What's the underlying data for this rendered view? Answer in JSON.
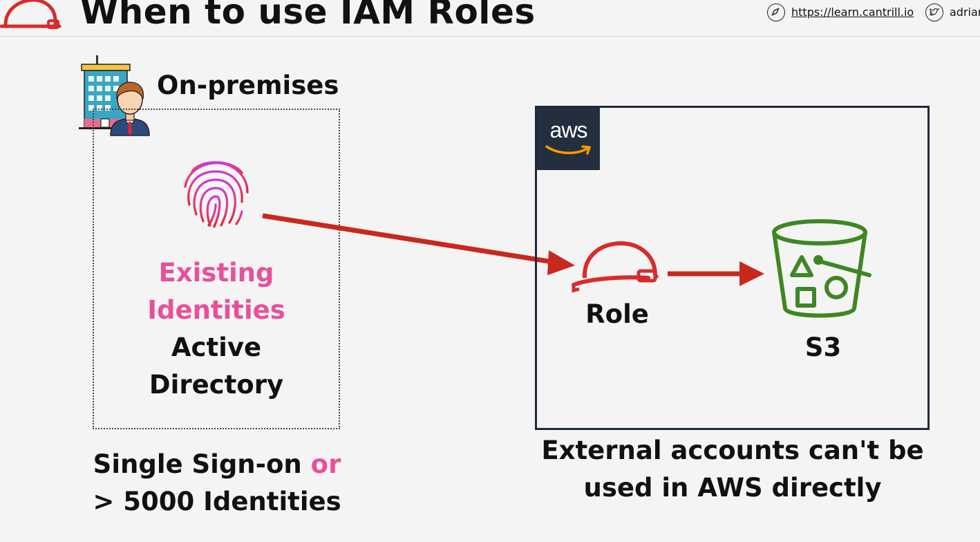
{
  "header": {
    "title": "When to use IAM Roles",
    "link": "https://learn.cantrill.io",
    "twitter_handle": "adrian",
    "accent_color": "#d82b2b"
  },
  "on_premises": {
    "label": "On-premises",
    "existing_line1": "Existing",
    "existing_line2": "Identities",
    "ad_line1": "Active",
    "ad_line2": "Directory",
    "footer_line1_a": "Single Sign-on",
    "footer_line1_b": "or",
    "footer_line2": "> 5000 Identities",
    "highlight_color": "#e8509a"
  },
  "aws": {
    "logo_text": "aws",
    "role_label": "Role",
    "s3_label": "S3",
    "footer_line1": "External accounts can't be",
    "footer_line2": "used in AWS directly",
    "s3_color": "#3f8624",
    "arrow_color": "#c8281e"
  },
  "icons": [
    "helmet-icon",
    "compass-icon",
    "twitter-icon",
    "office-building-icon",
    "person-icon",
    "fingerprint-icon",
    "aws-logo",
    "role-helmet-icon",
    "s3-bucket-icon"
  ]
}
